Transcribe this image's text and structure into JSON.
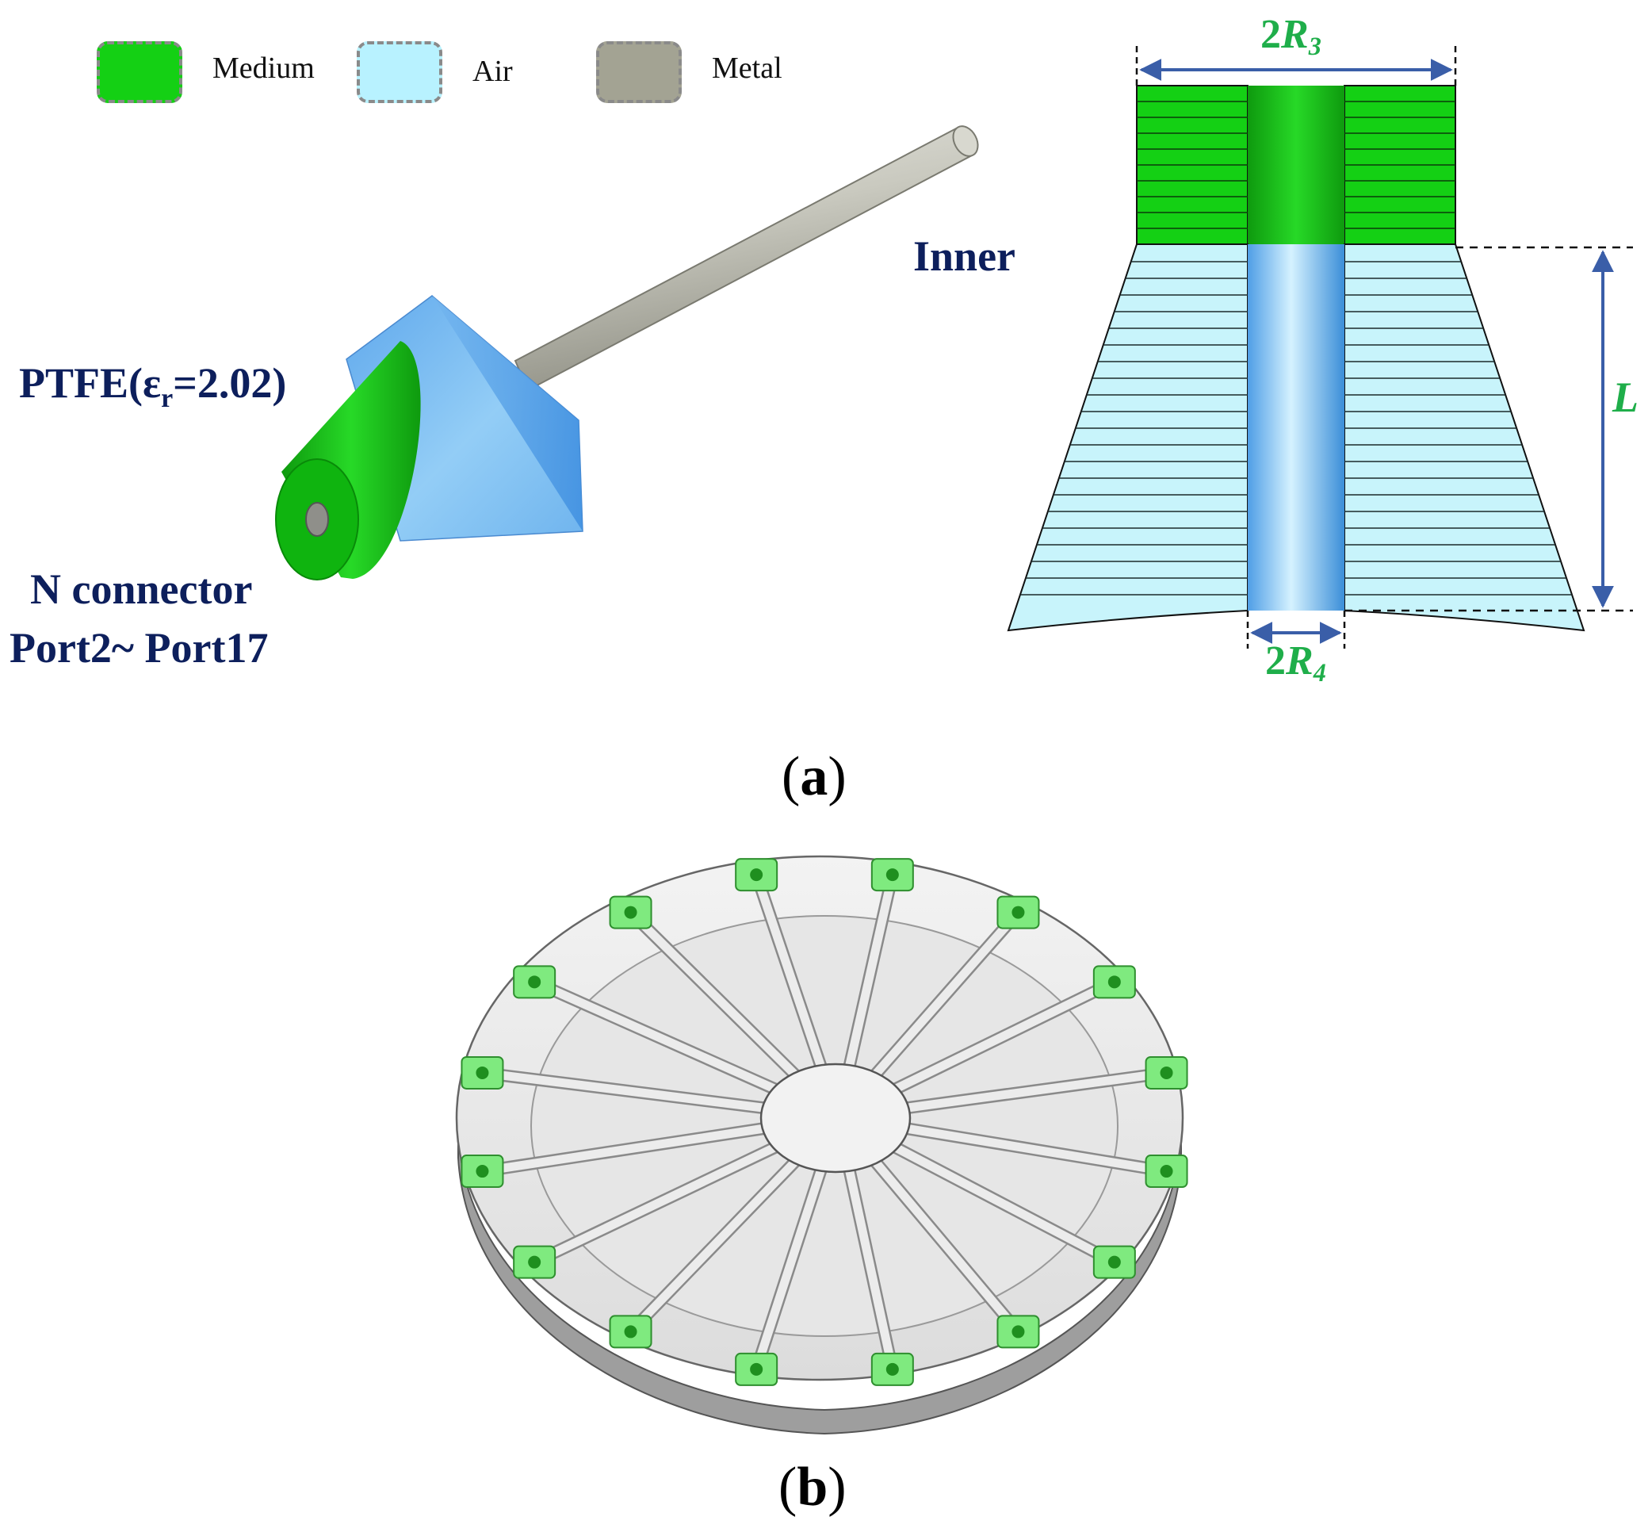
{
  "legend": [
    {
      "label": "Medium",
      "color": "#14d014"
    },
    {
      "label": "Air",
      "color": "#b8f2ff"
    },
    {
      "label": "Metal",
      "color": "#a3a393"
    }
  ],
  "labels": {
    "ptfe_prefix": "PTFE(ε",
    "ptfe_sub": "r",
    "ptfe_suffix": "=2.02)",
    "connector_line1": "N connector",
    "connector_line2": "Port2~ Port17",
    "inner": "Inner"
  },
  "dimensions": {
    "r3_prefix": "2",
    "r3_var": "R",
    "r3_sub": "3",
    "r4_prefix": "2",
    "r4_var": "R",
    "r4_sub": "4",
    "length": "L"
  },
  "panels": {
    "a": {
      "open": "(",
      "letter": "a",
      "close": ")"
    },
    "b": {
      "open": "(",
      "letter": "b",
      "close": ")"
    }
  },
  "colors": {
    "medium": "#14d014",
    "air": "#b8f2ff",
    "metal": "#a3a393",
    "ptfe_cone": "#8cc6f5",
    "annotation": "#0d1f5c",
    "dimension_arrow": "#3a5ea8",
    "dimension_text": "#1fae4a"
  },
  "disc": {
    "port_count": 16
  }
}
